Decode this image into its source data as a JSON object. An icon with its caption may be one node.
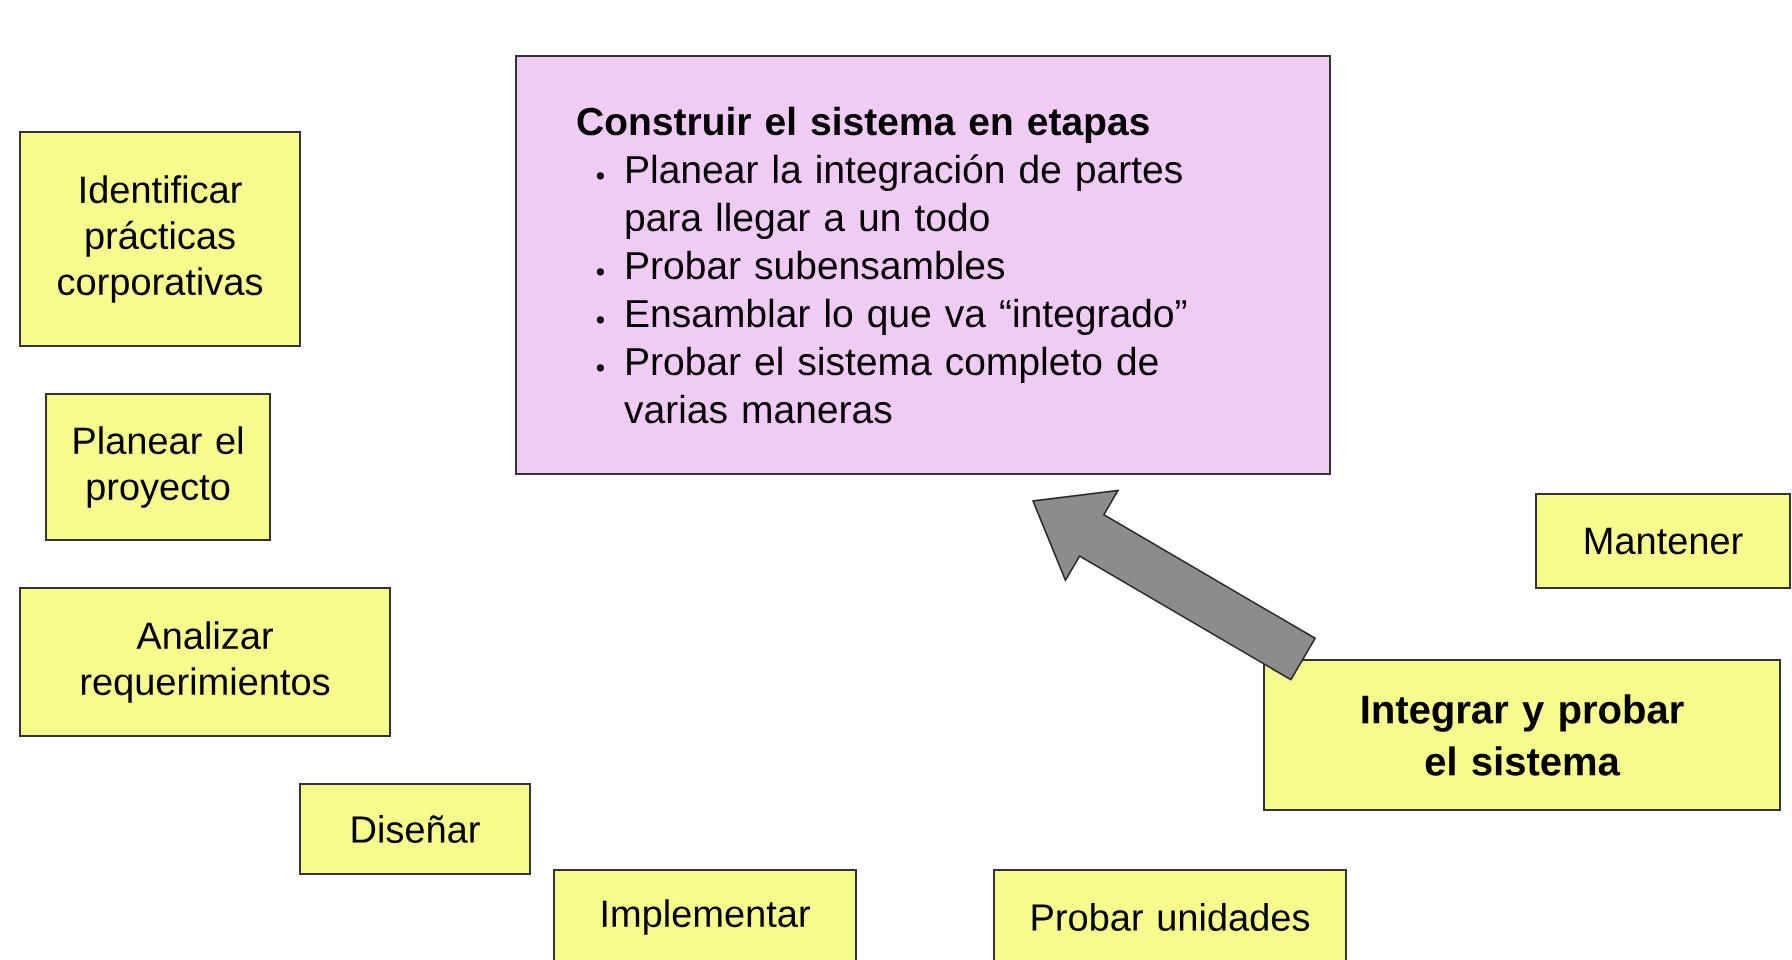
{
  "diagram": {
    "nodes": [
      {
        "text": [
          "Construir el sistema en etapas",
          "Planear la integración de partes para llegar a un todo",
          "Probar subensambles",
          "Ensamblar lo que va “integrado”",
          "Probar el sistema completo de varias maneras"
        ]
      },
      {
        "text": [
          "Identificar prácticas corporativas"
        ]
      },
      {
        "text": [
          "Planear el proyecto"
        ]
      },
      {
        "text": [
          "Mantener"
        ]
      },
      {
        "text": [
          "Analizar requerimientos"
        ]
      },
      {
        "text": [
          "Integrar y probar el sistema"
        ]
      },
      {
        "text": [
          "Diseñar"
        ]
      },
      {
        "text": [
          "Implementar"
        ]
      },
      {
        "text": [
          "Probar unidades"
        ]
      }
    ],
    "edges": [
      {
        "from": 5,
        "to": 0,
        "arrow": "to",
        "style": "thick"
      }
    ]
  }
}
